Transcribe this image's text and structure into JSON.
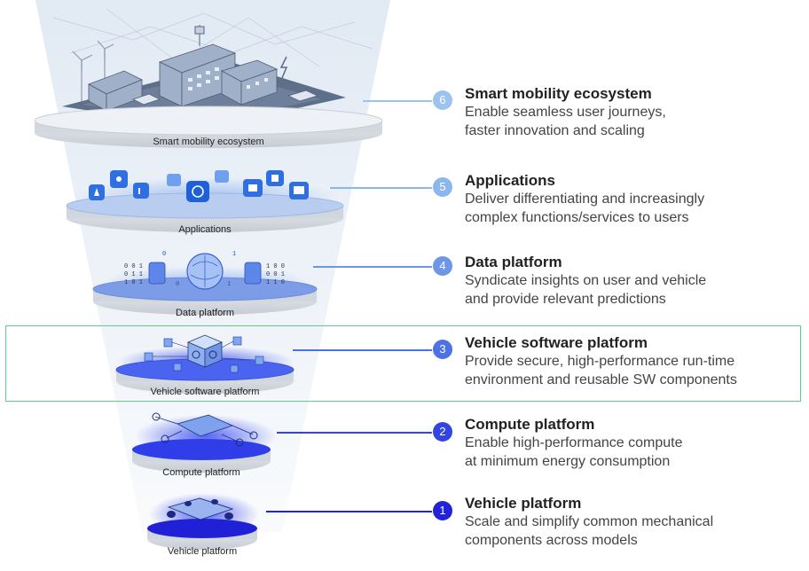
{
  "layers": [
    {
      "num": "6",
      "title": "Smart mobility ecosystem",
      "desc1": "Enable seamless user journeys,",
      "desc2": "faster innovation and scaling",
      "disc_label": "Smart mobility ecosystem",
      "color": "#9cc3ef"
    },
    {
      "num": "5",
      "title": "Applications",
      "desc1": "Deliver differentiating and increasingly",
      "desc2": "complex functions/services to users",
      "disc_label": "Applications",
      "color": "#8eb6ee"
    },
    {
      "num": "4",
      "title": "Data platform",
      "desc1": "Syndicate insights on user and vehicle",
      "desc2": "and provide relevant predictions",
      "disc_label": "Data platform",
      "color": "#6d96e6"
    },
    {
      "num": "3",
      "title": "Vehicle software platform",
      "desc1": "Provide secure, high-performance run-time",
      "desc2": "environment and reusable SW components",
      "disc_label": "Vehicle software platform",
      "color": "#4d72e6"
    },
    {
      "num": "2",
      "title": "Compute platform",
      "desc1": "Enable high-performance compute",
      "desc2": "at minimum energy consumption",
      "disc_label": "Compute platform",
      "color": "#3345e0"
    },
    {
      "num": "1",
      "title": "Vehicle platform",
      "desc1": "Scale and simplify common mechanical",
      "desc2": "components across models",
      "disc_label": "Vehicle platform",
      "color": "#2222d8"
    }
  ],
  "data_bits": {
    "left": [
      "0 0 1",
      "0 1 1",
      "1 0 1"
    ],
    "right": [
      "1 0 0",
      "0 0 1",
      "1 1 0"
    ],
    "floating": [
      "0",
      "1",
      "0",
      "1"
    ]
  }
}
